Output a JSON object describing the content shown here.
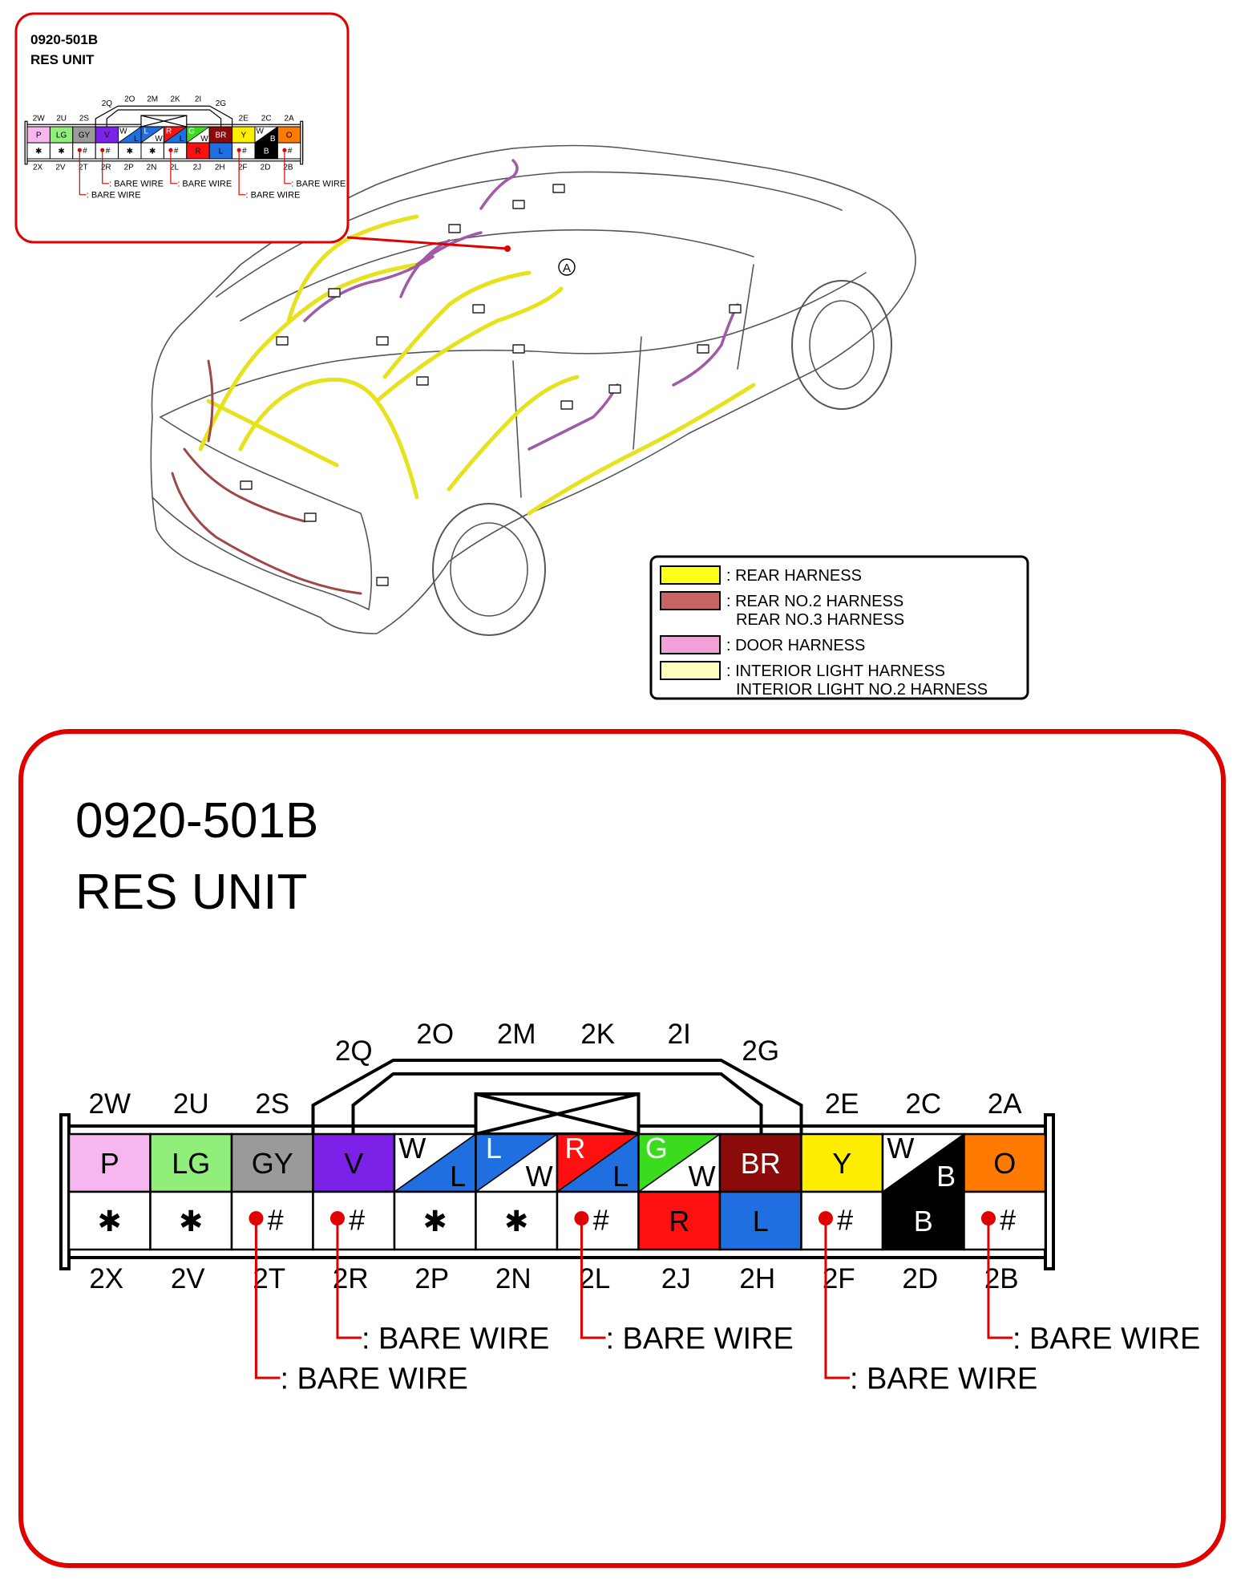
{
  "connector": {
    "code": "0920-501B",
    "name": "RES UNIT",
    "top_labels": [
      "2W",
      "2U",
      "2S",
      "2Q",
      "2O",
      "2M",
      "2K",
      "2I",
      "2G",
      "2E",
      "2C",
      "2A"
    ],
    "bottom_labels": [
      "2X",
      "2V",
      "2T",
      "2R",
      "2P",
      "2N",
      "2L",
      "2J",
      "2H",
      "2F",
      "2D",
      "2B"
    ],
    "top_row": [
      {
        "type": "solid",
        "text": "P",
        "fill": "#f7b6f0",
        "tc": "#000000"
      },
      {
        "type": "solid",
        "text": "LG",
        "fill": "#8fef7a",
        "tc": "#000000"
      },
      {
        "type": "solid",
        "text": "GY",
        "fill": "#9a9a9a",
        "tc": "#000000"
      },
      {
        "type": "solid",
        "text": "V",
        "fill": "#7b22e6",
        "tc": "#000000"
      },
      {
        "type": "split",
        "tl": "W",
        "br": "L",
        "c1": "#ffffff",
        "c2": "#1f6fe0",
        "t1": "#000000",
        "t2": "#000000"
      },
      {
        "type": "split",
        "tl": "L",
        "br": "W",
        "c1": "#1f6fe0",
        "c2": "#ffffff",
        "t1": "#ffffff",
        "t2": "#000000"
      },
      {
        "type": "split",
        "tl": "R",
        "br": "L",
        "c1": "#ff1010",
        "c2": "#1f6fe0",
        "t1": "#ffffff",
        "t2": "#000000"
      },
      {
        "type": "split",
        "tl": "G",
        "br": "W",
        "c1": "#3bdc1e",
        "c2": "#ffffff",
        "t1": "#ffffff",
        "t2": "#000000"
      },
      {
        "type": "solid",
        "text": "BR",
        "fill": "#8b0a0a",
        "tc": "#ffffff"
      },
      {
        "type": "solid",
        "text": "Y",
        "fill": "#ffee00",
        "tc": "#000000"
      },
      {
        "type": "split",
        "tl": "W",
        "br": "B",
        "c1": "#ffffff",
        "c2": "#000000",
        "t1": "#000000",
        "t2": "#ffffff"
      },
      {
        "type": "solid",
        "text": "O",
        "fill": "#ff7a00",
        "tc": "#000000"
      }
    ],
    "bottom_row": [
      {
        "type": "solid",
        "text": "✱",
        "fill": "#ffffff",
        "tc": "#000000"
      },
      {
        "type": "solid",
        "text": "✱",
        "fill": "#ffffff",
        "tc": "#000000"
      },
      {
        "type": "bare",
        "text": "#",
        "fill": "#ffffff",
        "tc": "#000000"
      },
      {
        "type": "bare",
        "text": "#",
        "fill": "#ffffff",
        "tc": "#000000"
      },
      {
        "type": "solid",
        "text": "✱",
        "fill": "#ffffff",
        "tc": "#000000"
      },
      {
        "type": "solid",
        "text": "✱",
        "fill": "#ffffff",
        "tc": "#000000"
      },
      {
        "type": "bare",
        "text": "#",
        "fill": "#ffffff",
        "tc": "#000000"
      },
      {
        "type": "solid",
        "text": "R",
        "fill": "#ff1010",
        "tc": "#000000"
      },
      {
        "type": "solid",
        "text": "L",
        "fill": "#1f6fe0",
        "tc": "#000000"
      },
      {
        "type": "bare",
        "text": "#",
        "fill": "#ffffff",
        "tc": "#000000"
      },
      {
        "type": "solid",
        "text": "B",
        "fill": "#000000",
        "tc": "#ffffff"
      },
      {
        "type": "bare",
        "text": "#",
        "fill": "#ffffff",
        "tc": "#000000"
      }
    ],
    "bare_wire_label": ": BARE WIRE"
  },
  "legend": [
    {
      "color": "#ffff1a",
      "lines": [
        ": REAR HARNESS"
      ]
    },
    {
      "color": "#c86464",
      "lines": [
        ": REAR NO.2 HARNESS",
        "REAR NO.3 HARNESS"
      ]
    },
    {
      "color": "#f2a0d8",
      "lines": [
        ": DOOR HARNESS"
      ]
    },
    {
      "color": "#ffffbe",
      "lines": [
        ": INTERIOR LIGHT HARNESS",
        "INTERIOR LIGHT NO.2 HARNESS"
      ]
    }
  ],
  "callout_marker": "A",
  "colors": {
    "accent": "#e00000",
    "rear_harness": "#e6e21e",
    "door_harness": "#a05aa8",
    "rear_no2_harness": "#a04646"
  }
}
